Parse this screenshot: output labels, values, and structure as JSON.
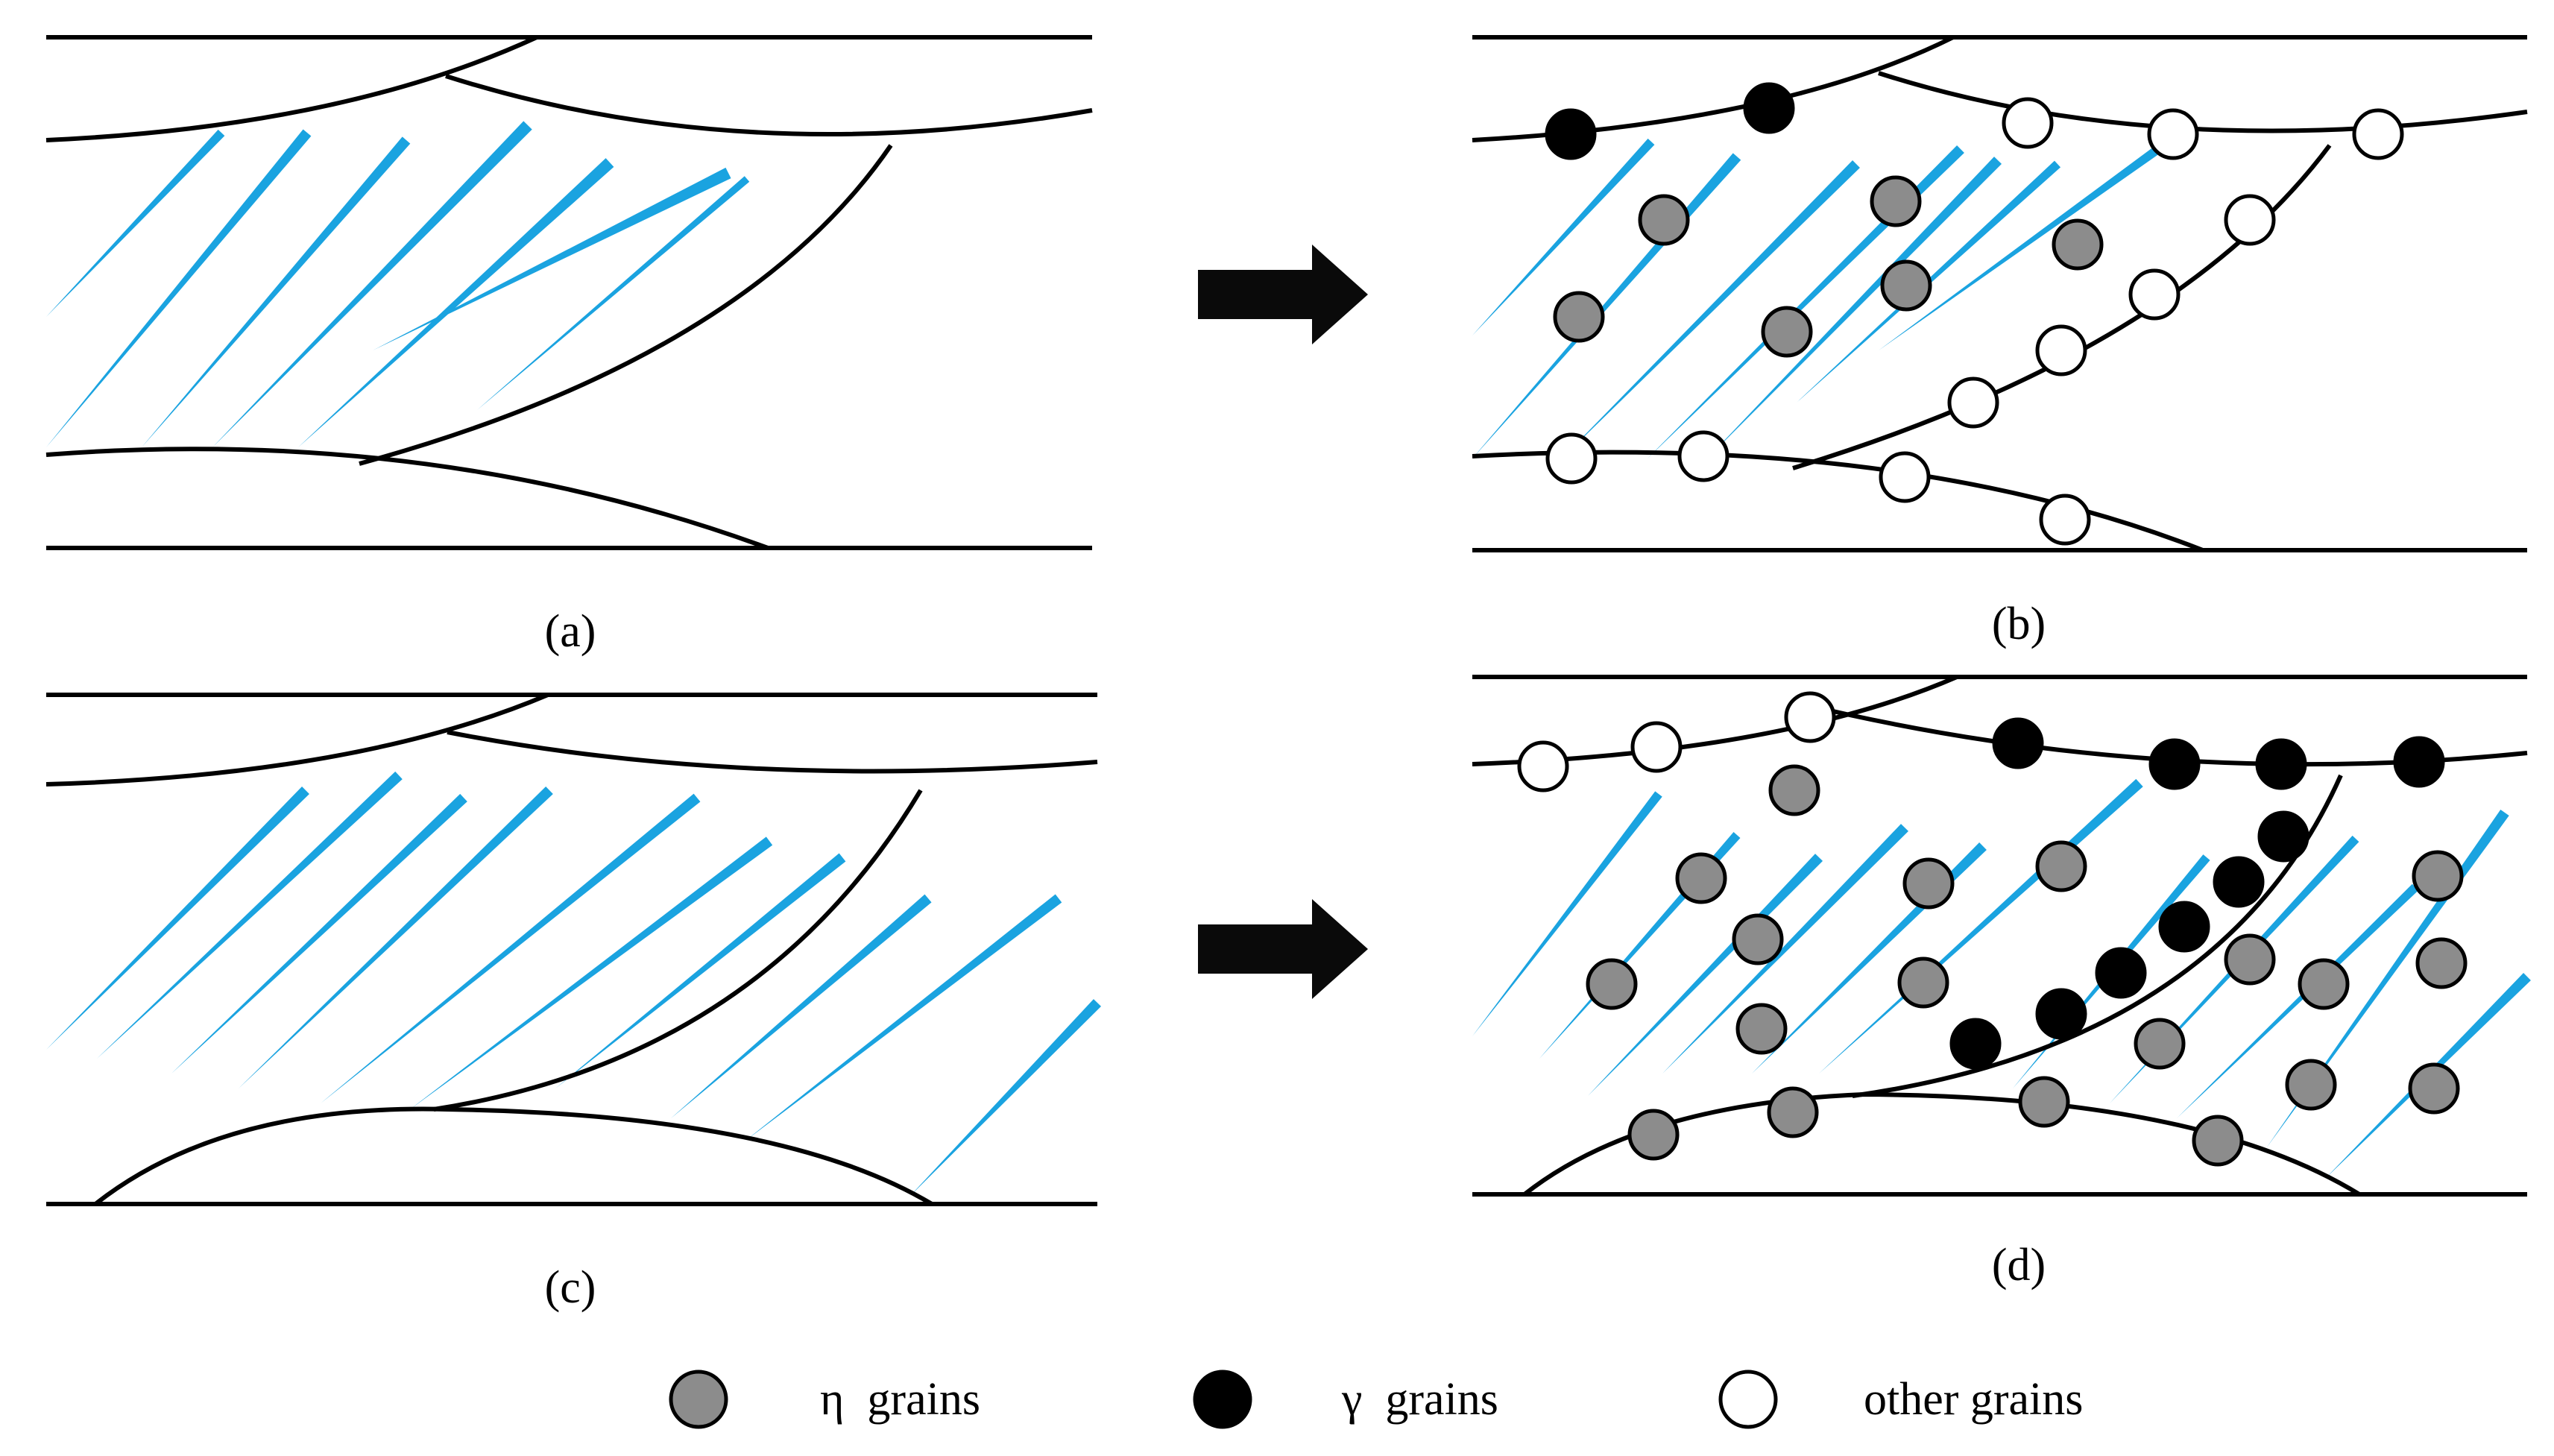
{
  "figure": {
    "panels": [
      {
        "id": "a",
        "label": "(a)"
      },
      {
        "id": "b",
        "label": "(b)"
      },
      {
        "id": "c",
        "label": "(c)"
      },
      {
        "id": "d",
        "label": "(d)"
      }
    ],
    "legend": [
      {
        "key": "eta",
        "label": "η  grains",
        "fill": "#8c8c8c"
      },
      {
        "key": "gamma",
        "label": "γ  grains",
        "fill": "#000000"
      },
      {
        "key": "other",
        "label": "other grains",
        "fill": "#ffffff"
      }
    ]
  },
  "colors": {
    "hatch": "#1aa3e0",
    "line": "#000000",
    "eta_fill": "#8c8c8c",
    "gamma_fill": "#000000",
    "other_fill": "#ffffff",
    "arrow": "#0a0a0a"
  }
}
